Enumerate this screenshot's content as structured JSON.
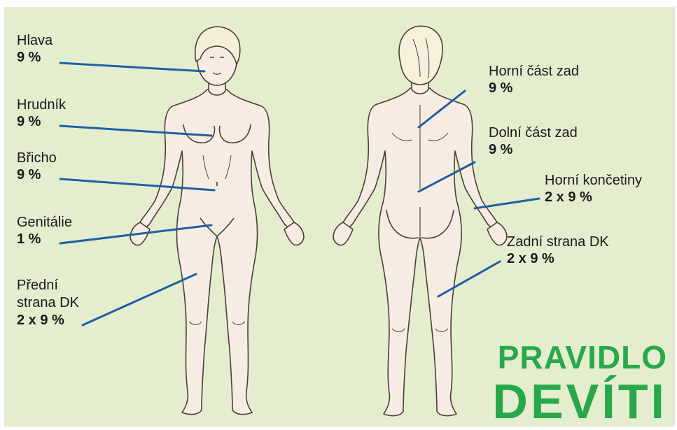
{
  "colors": {
    "background": "#e5edcf",
    "skin": "#f7ece3",
    "outline": "#4a4038",
    "hair_front": "#f5eed8",
    "hair_back": "#f6f0dc",
    "leader_line": "#1f5fa3",
    "title": "#29a84a"
  },
  "labels": {
    "hlava": {
      "name": "Hlava",
      "pct": "9 %"
    },
    "hrudnik": {
      "name": "Hrudník",
      "pct": "9 %"
    },
    "bricho": {
      "name": "Břicho",
      "pct": "9 %"
    },
    "genitalie": {
      "name": "Genitálie",
      "pct": "1 %"
    },
    "predni_strana": {
      "name_line1": "Přední",
      "name_line2": "strana DK",
      "pct": "2 x 9 %"
    },
    "horni_cast_zad": {
      "name": "Horní část zad",
      "pct": "9 %"
    },
    "dolni_cast_zad": {
      "name": "Dolní část zad",
      "pct": "9 %"
    },
    "horni_koncetiny": {
      "name": "Horní končetiny",
      "pct": "2 x 9 %"
    },
    "zadni_strana": {
      "name": "Zadní strana DK",
      "pct": "2 x 9 %"
    }
  },
  "title": {
    "line1": "PRAVIDLO",
    "line2": "DEVÍTI"
  }
}
